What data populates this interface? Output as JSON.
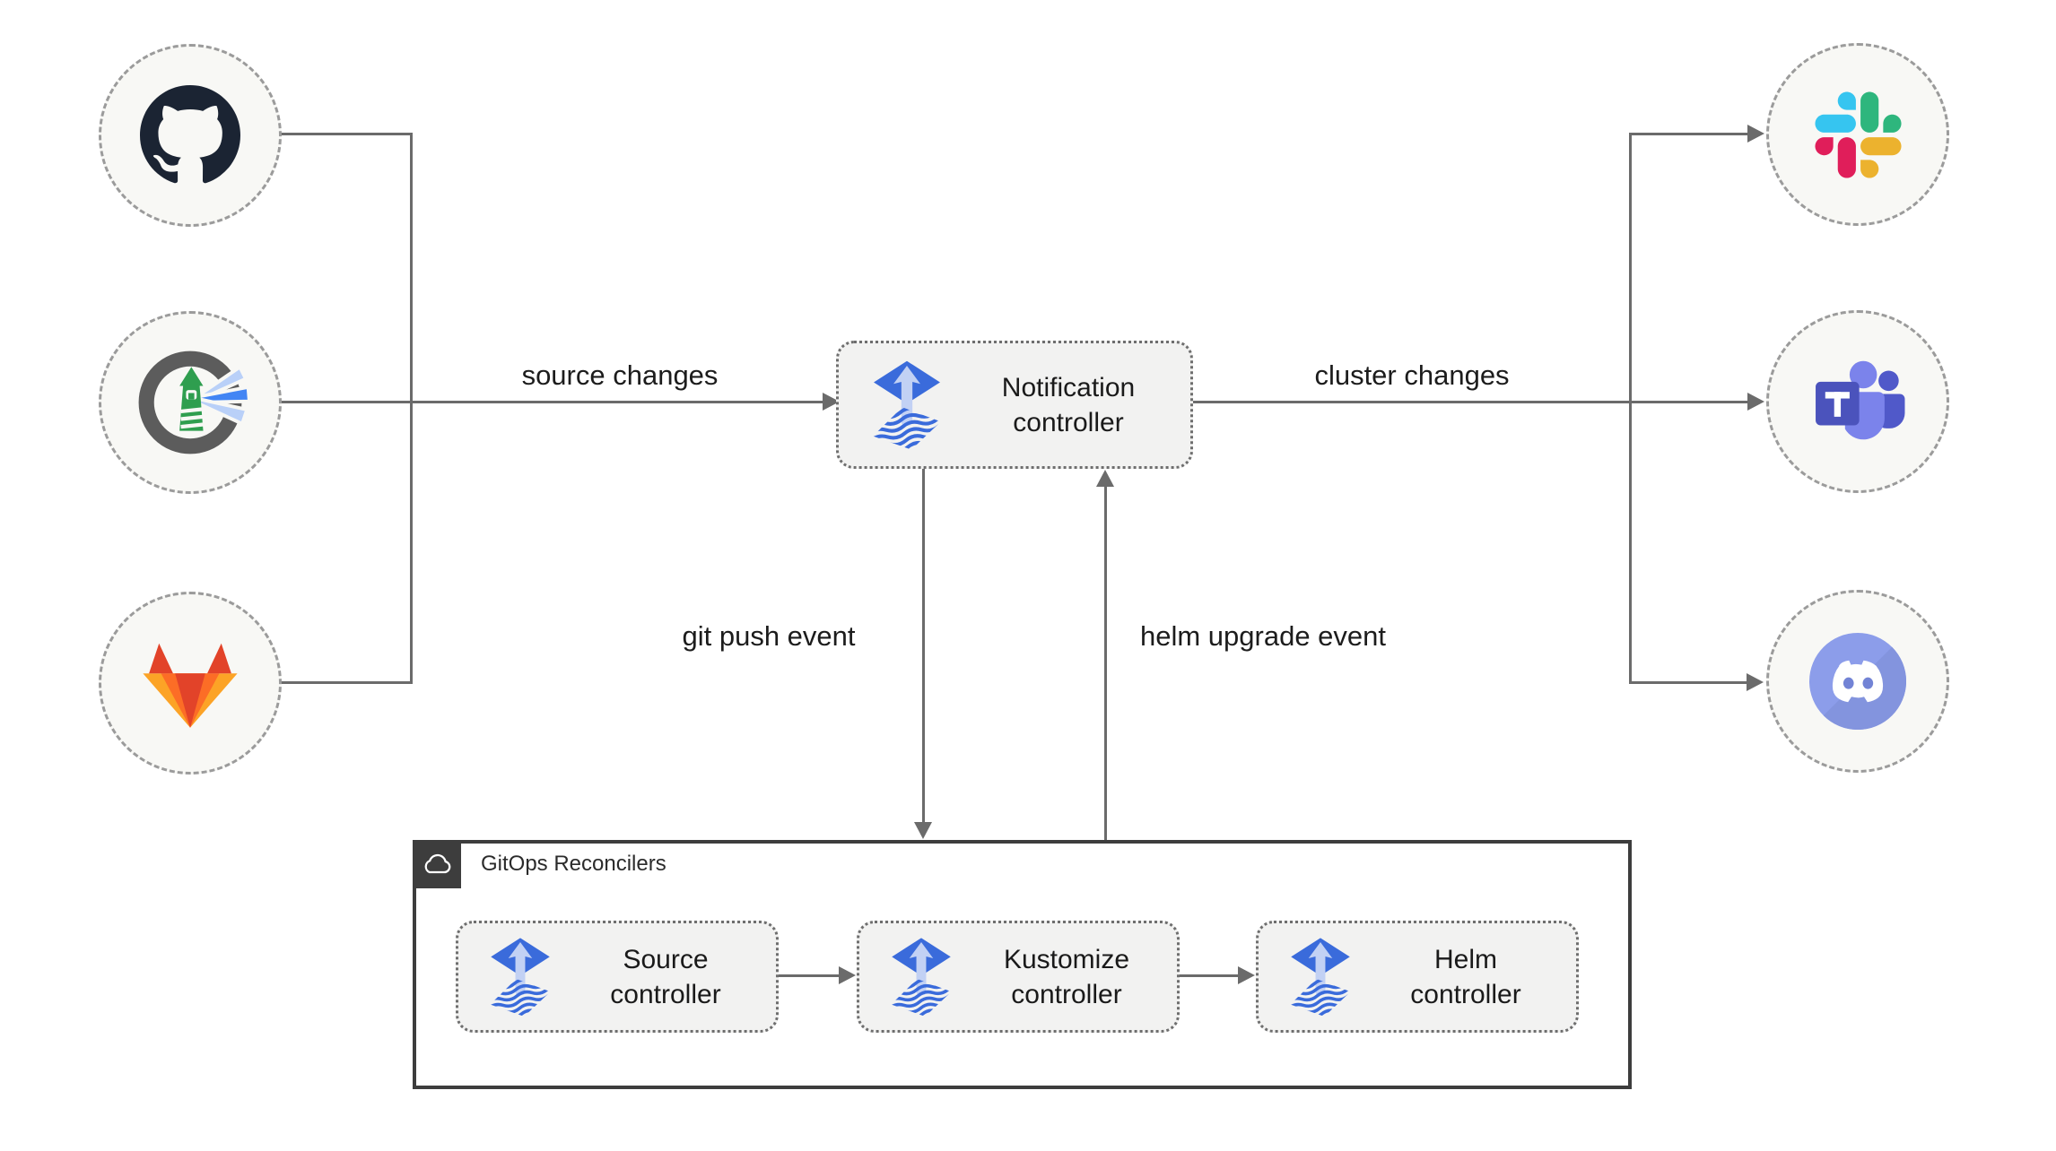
{
  "nodes": {
    "notification": {
      "line1": "Notification",
      "line2": "controller"
    },
    "source": {
      "line1": "Source",
      "line2": "controller"
    },
    "kustomize": {
      "line1": "Kustomize",
      "line2": "controller"
    },
    "helm": {
      "line1": "Helm",
      "line2": "controller"
    }
  },
  "container": {
    "label": "GitOps Reconcilers"
  },
  "edges": {
    "source_changes": "source changes",
    "cluster_changes": "cluster changes",
    "git_push": "git push event",
    "helm_upgrade": "helm upgrade event"
  },
  "icons": {
    "left_sources": [
      "github-icon",
      "harbor-icon",
      "gitlab-icon"
    ],
    "right_targets": [
      "slack-icon",
      "teams-icon",
      "discord-icon"
    ],
    "controller": "flux-icon",
    "container_badge": "cloud-icon"
  },
  "colors": {
    "flux_blue": "#3a6bdb",
    "flux_arrow_light": "#c2d1f4",
    "line_gray": "#6b6b6b",
    "box_bg": "#f2f2f1",
    "circle_bg": "#f8f8f5",
    "circle_border": "#9b9b9b",
    "container_border": "#3d3d3d",
    "github_dark": "#1b2433",
    "harbor_green": "#2f9e4f",
    "harbor_blue": "#4285f4",
    "gitlab": [
      "#e24329",
      "#fc6d26",
      "#fca326"
    ],
    "slack": [
      "#36c5f0",
      "#2eb67d",
      "#ecb22e",
      "#e01e5a"
    ],
    "teams_indigo": "#4b53bc",
    "discord_blurple": "#8c9dea"
  }
}
